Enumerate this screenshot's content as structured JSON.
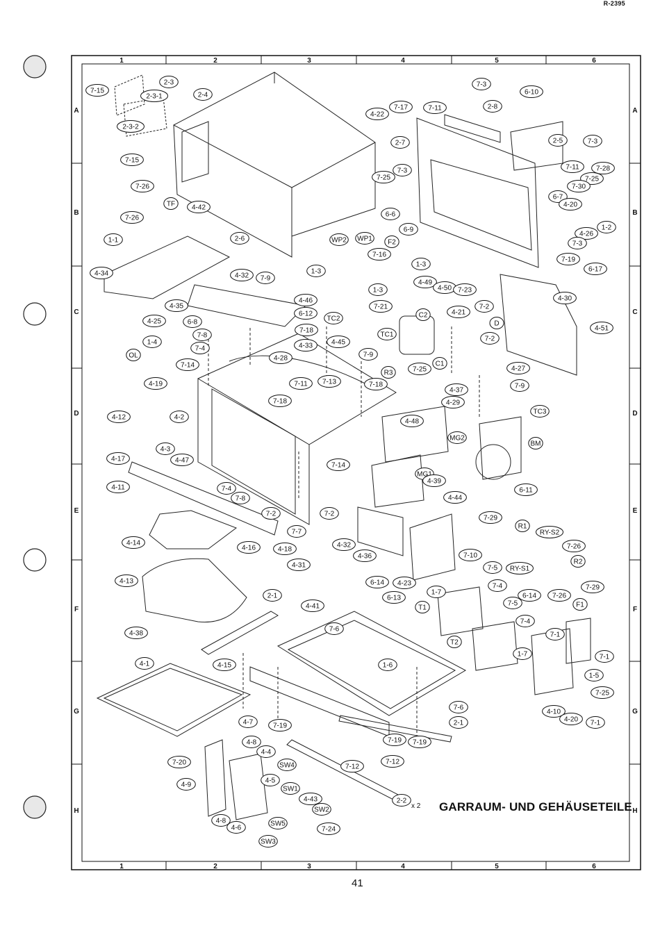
{
  "header": {
    "code": "R-2395"
  },
  "title": "GARRAUM- UND GEHÄUSETEILE",
  "page_number": "41",
  "grid": {
    "columns": [
      "1",
      "2",
      "3",
      "4",
      "5",
      "6"
    ],
    "rows": [
      "A",
      "B",
      "C",
      "D",
      "E",
      "F",
      "G",
      "H"
    ]
  },
  "multiplier": "x 2",
  "parts": [
    "7-15",
    "2-3",
    "2-3-1",
    "2-3-2",
    "2-4",
    "7-15",
    "7-26",
    "TF",
    "7-26",
    "4-42",
    "1-1",
    "4-34",
    "2-6",
    "4-35",
    "4-32",
    "7-9",
    "4-25",
    "6-8",
    "4-46",
    "6-12",
    "7-8",
    "7-18",
    "7-4",
    "1-4",
    "OL",
    "7-14",
    "4-19",
    "4-28",
    "4-12",
    "4-2",
    "4-3",
    "4-47",
    "4-17",
    "4-11",
    "7-4",
    "7-8",
    "4-14",
    "7-2",
    "4-16",
    "4-18",
    "7-7",
    "4-31",
    "4-13",
    "2-1",
    "4-38",
    "4-41",
    "4-1",
    "4-15",
    "4-7",
    "4-8",
    "4-4",
    "SW4",
    "7-20",
    "4-9",
    "4-5",
    "SW1",
    "4-43",
    "SW2",
    "4-8",
    "4-6",
    "SW5",
    "SW3",
    "7-24",
    "7-19",
    "7-6",
    "1-6",
    "2-1",
    "7-19",
    "7-19",
    "7-12",
    "7-12",
    "2-2",
    "4-22",
    "7-17",
    "7-11",
    "2-8",
    "7-3",
    "6-10",
    "2-7",
    "2-5",
    "7-3",
    "7-25",
    "7-3",
    "6-6",
    "6-9",
    "WP2",
    "WP1",
    "F2",
    "7-16",
    "1-3",
    "1-3",
    "1-3",
    "4-49",
    "4-50",
    "7-23",
    "7-21",
    "TC2",
    "4-33",
    "4-45",
    "TC1",
    "C2",
    "7-9",
    "R3",
    "7-25",
    "C1",
    "7-18",
    "7-11",
    "7-13",
    "7-18",
    "4-48",
    "MG2",
    "7-14",
    "MG1",
    "4-39",
    "4-44",
    "7-2",
    "4-36",
    "4-32",
    "6-14",
    "4-23",
    "6-13",
    "7-10",
    "1-7",
    "T1",
    "T2",
    "1-7",
    "7-11",
    "7-28",
    "7-25",
    "7-30",
    "6-7",
    "4-20",
    "4-26",
    "1-2",
    "7-3",
    "7-19",
    "6-17",
    "4-30",
    "4-21",
    "7-2",
    "D",
    "7-2",
    "4-51",
    "4-27",
    "7-9",
    "4-37",
    "4-29",
    "TC3",
    "BM",
    "6-11",
    "7-29",
    "R1",
    "RY-S2",
    "7-26",
    "R2",
    "RY-S1",
    "7-5",
    "7-4",
    "7-26",
    "7-29",
    "6-14",
    "7-5",
    "F1",
    "7-4",
    "7-1",
    "7-1",
    "1-5",
    "4-10",
    "4-20",
    "7-25",
    "7-1",
    "7-6"
  ]
}
